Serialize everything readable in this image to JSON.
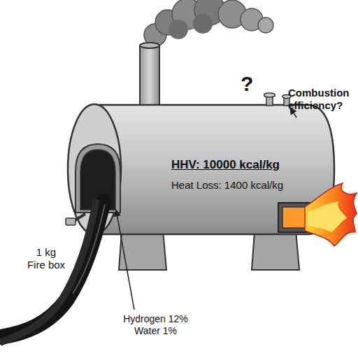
{
  "diagram": {
    "labels": [
      "?",
      "Combustion efficiency?",
      "HHV: 10000 kcal/kg",
      "Heat Loss: 1400 kcal/kg",
      "1 kg Fire box",
      "Hydrogen 12% Water 1%"
    ]
  }
}
